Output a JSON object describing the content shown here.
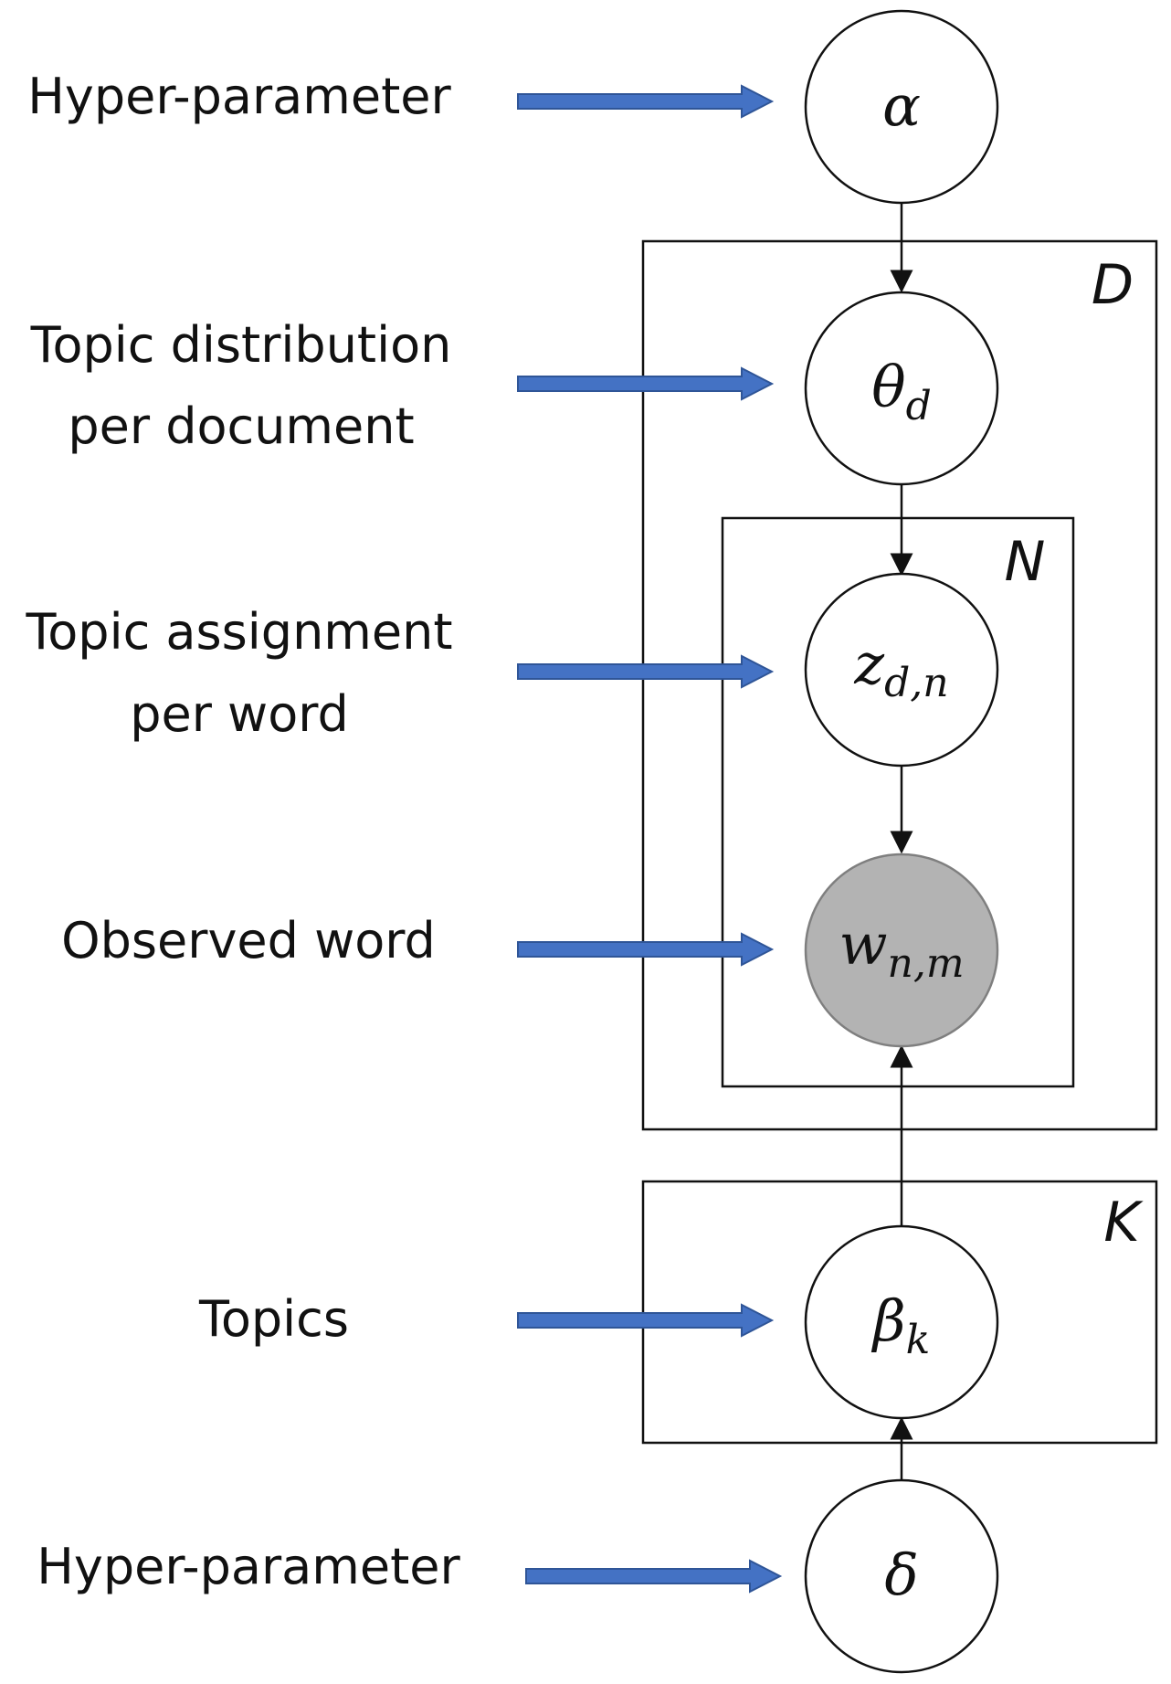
{
  "labels": {
    "hyper_top": "Hyper-parameter",
    "topic_dist_line1": "Topic distribution",
    "topic_dist_line2": "per document",
    "topic_assign_line1": "Topic assignment",
    "topic_assign_line2": "per word",
    "observed": "Observed word",
    "topics": "Topics",
    "hyper_bottom": "Hyper-parameter"
  },
  "nodes": {
    "alpha": {
      "symbol": "α",
      "subscript": ""
    },
    "theta": {
      "symbol": "θ",
      "subscript": "d"
    },
    "z": {
      "symbol": "z",
      "subscript": "d,n"
    },
    "w": {
      "symbol": "w",
      "subscript": "n,m"
    },
    "beta": {
      "symbol": "β",
      "subscript": "k"
    },
    "delta": {
      "symbol": "δ",
      "subscript": ""
    }
  },
  "plates": {
    "D": "D",
    "N": "N",
    "K": "K"
  },
  "colors": {
    "pointer_arrow": "#4472C4",
    "pointer_arrow_edge": "#2F5597",
    "observed_fill": "#B3B3B3",
    "observed_stroke": "#7F7F7F",
    "stroke": "#111111"
  }
}
